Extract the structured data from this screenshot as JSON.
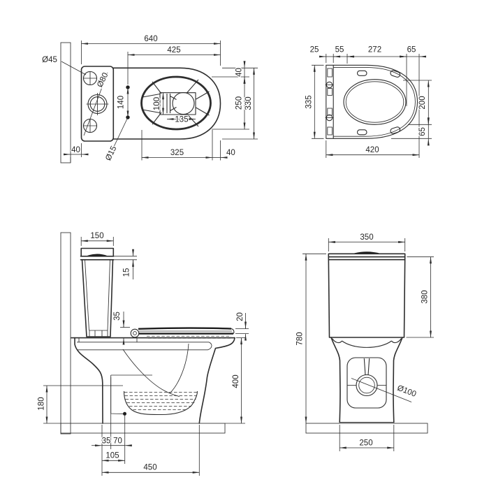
{
  "drawing": {
    "type": "technical-orthographic",
    "subject": "close-coupled toilet with cistern and seat",
    "colors": {
      "ink": "#2d2d2d",
      "background": "#ffffff"
    }
  },
  "plan": {
    "d640": "640",
    "d425": "425",
    "d40top": "40",
    "d250": "250",
    "d330": "330",
    "d100": "100",
    "d135": "135",
    "d140": "140",
    "d40wall": "40",
    "d325": "325",
    "d40front": "40",
    "dia45": "Ø45",
    "dia80": "Ø80",
    "dia15": "Ø15"
  },
  "seat": {
    "d25": "25",
    "d55": "55",
    "d272": "272",
    "d65top": "65",
    "d335": "335",
    "d200": "200",
    "d65back": "65",
    "d420": "420"
  },
  "side": {
    "d150": "150",
    "d15": "15",
    "d35seat": "35",
    "d20": "20",
    "d400": "400",
    "d180": "180",
    "d35base": "35",
    "d70": "70",
    "d105": "105",
    "d450": "450"
  },
  "rear": {
    "d350": "350",
    "d380": "380",
    "d780": "780",
    "dia100": "Ø100",
    "d250": "250"
  }
}
